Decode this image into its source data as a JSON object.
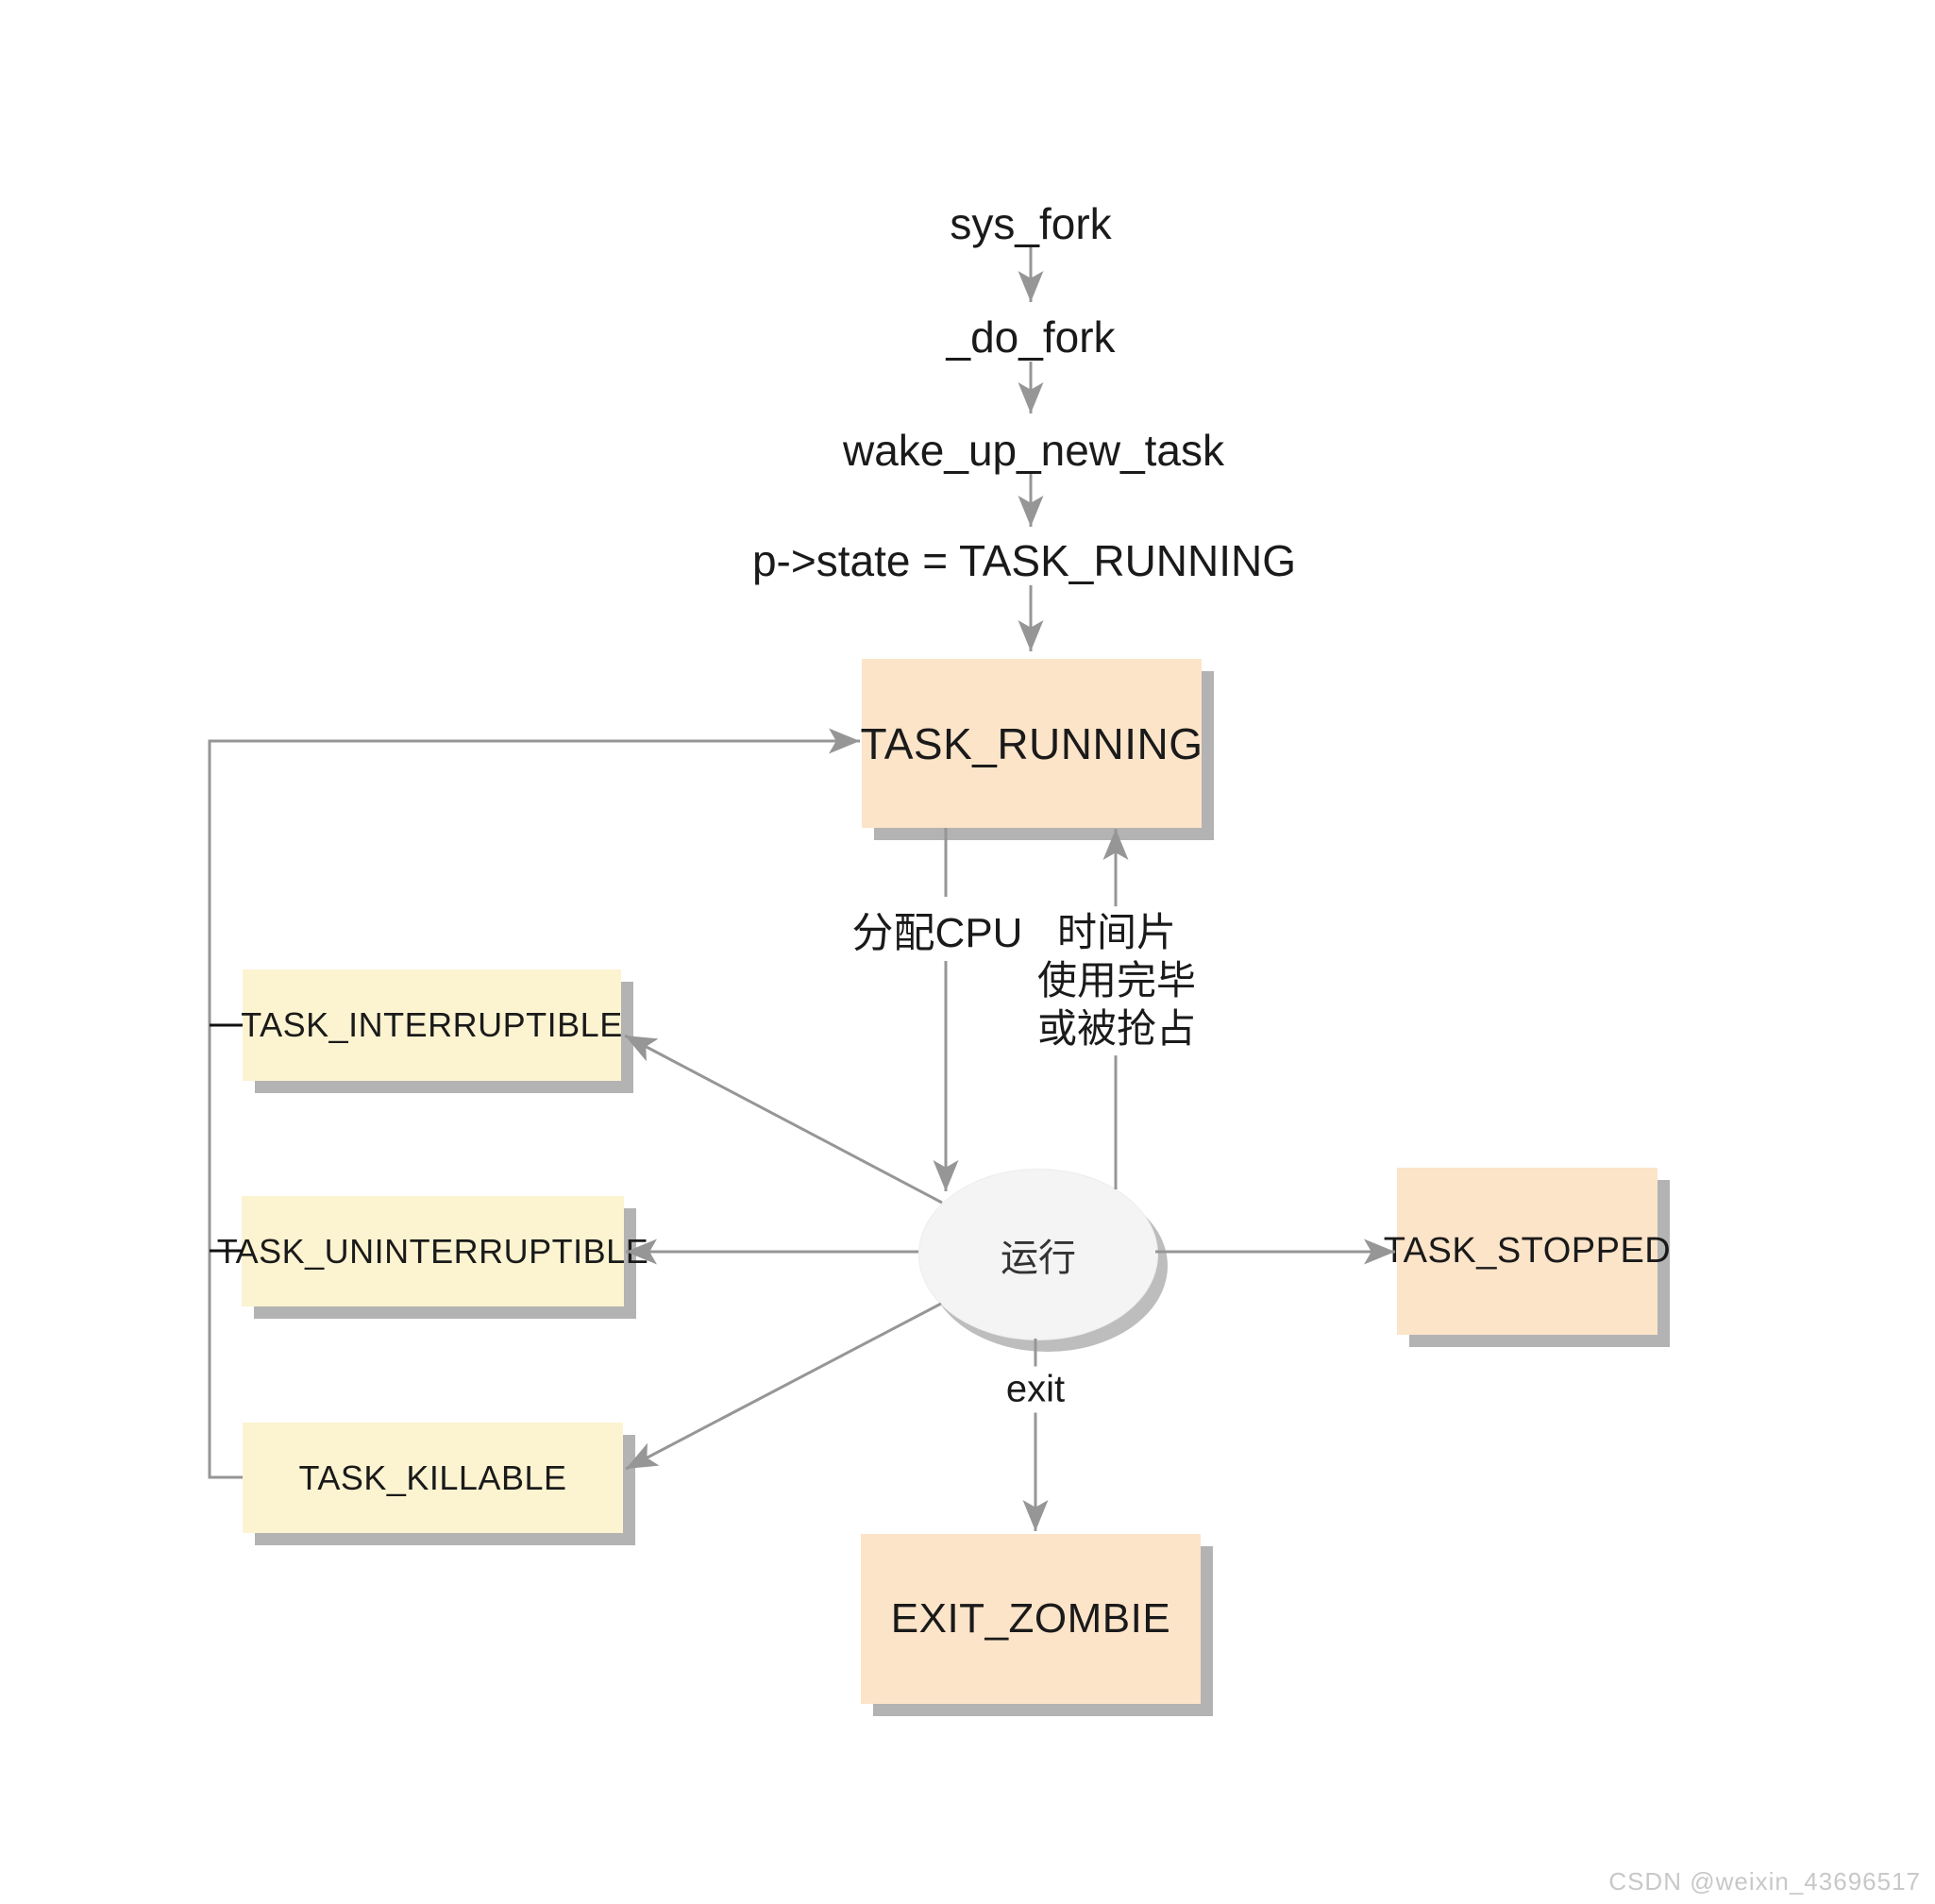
{
  "diagram": {
    "top_chain": {
      "sys_fork": "sys_fork",
      "do_fork": "_do_fork",
      "wake_up_new_task": "wake_up_new_task",
      "set_state": "p->state = TASK_RUNNING"
    },
    "states": {
      "task_running": "TASK_RUNNING",
      "task_interruptible": "TASK_INTERRUPTIBLE",
      "task_uninterruptible": "TASK_UNINTERRUPTIBLE",
      "task_killable": "TASK_KILLABLE",
      "task_stopped": "TASK_STOPPED",
      "exit_zombie": "EXIT_ZOMBIE",
      "running_ellipse": "运行"
    },
    "edge_labels": {
      "allocate_cpu": "分配CPU",
      "timeslice_line1": "时间片",
      "timeslice_line2": "使用完毕",
      "timeslice_line3": "或被抢占",
      "exit": "exit"
    },
    "colors": {
      "state_box_peach": "#fce4c9",
      "state_box_yellow": "#fcf3d0",
      "ellipse_fill": "#f4f4f4",
      "shadow": "#b3b3b3",
      "connector_gray": "#969696",
      "tick_black": "#111111"
    },
    "watermark": "CSDN @weixin_43696517"
  }
}
